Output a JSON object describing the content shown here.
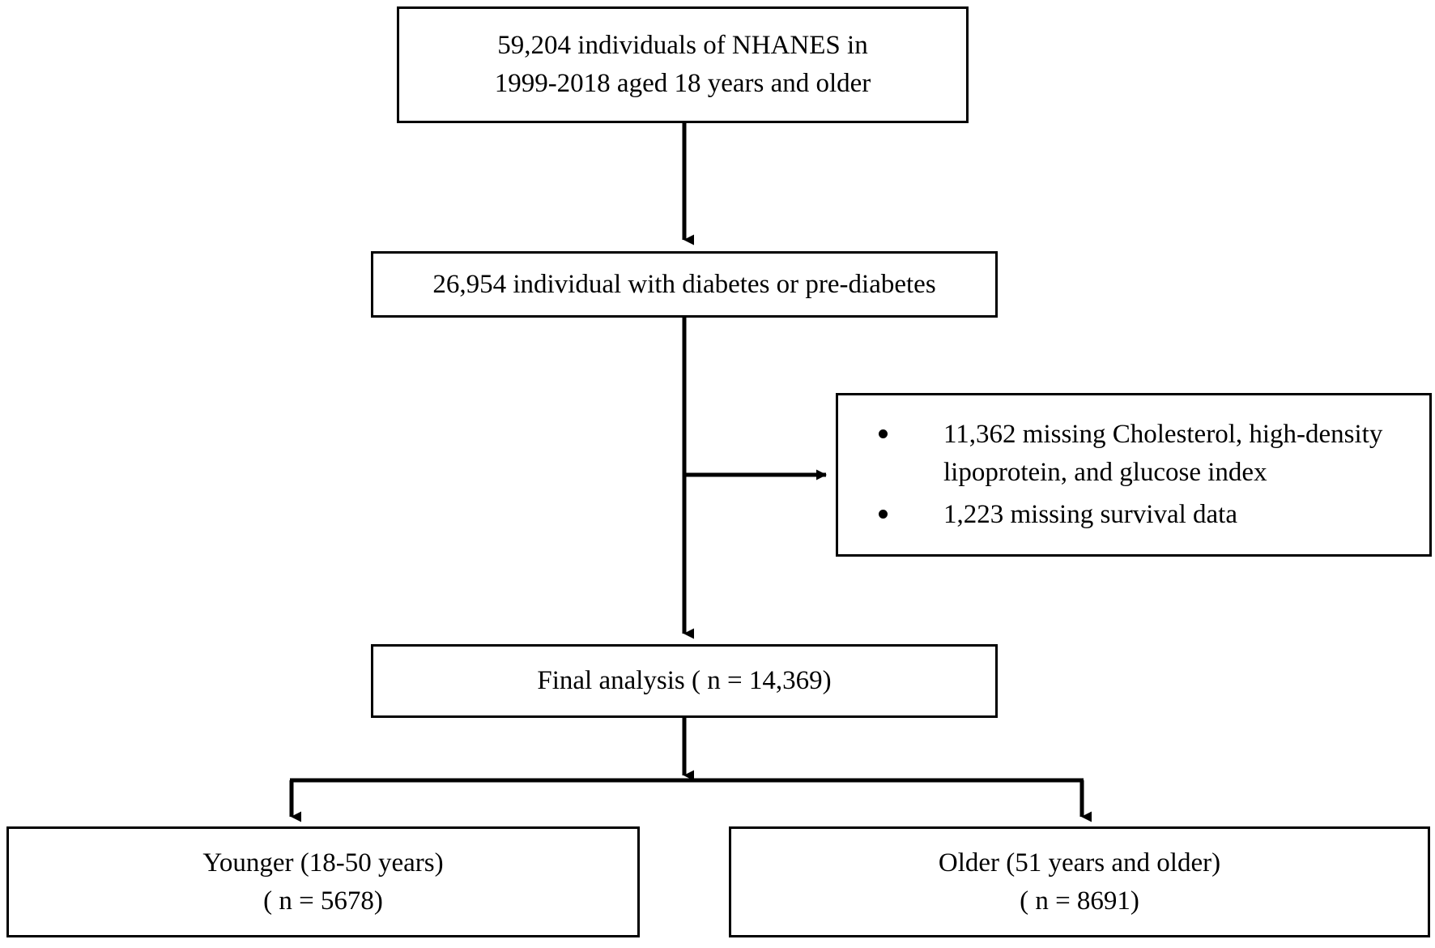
{
  "diagram": {
    "type": "flowchart",
    "title": "NHANES study participant selection flow",
    "orientation": "top-to-bottom",
    "stroke_color": "#000000",
    "fill_color": "#ffffff",
    "nodes": {
      "source": {
        "lines": [
          "59,204 individuals of NHANES in",
          "1999-2018 aged 18 years and older"
        ]
      },
      "eligible": {
        "lines": [
          "26,954 individual with diabetes or pre-diabetes"
        ]
      },
      "excluded": {
        "bullets": [
          "11,362 missing Cholesterol, high-density lipoprotein, and glucose index",
          "1,223 missing survival data"
        ]
      },
      "final": {
        "lines": [
          "Final analysis ( n = 14,369)"
        ]
      },
      "younger": {
        "lines": [
          "Younger (18-50 years)",
          "( n = 5678)"
        ]
      },
      "older": {
        "lines": [
          "Older (51 years and older)",
          "( n = 8691)"
        ]
      }
    },
    "connectors": [
      {
        "name": "source-to-eligible",
        "from": "source",
        "to": "eligible",
        "style": "arrow-down"
      },
      {
        "name": "eligible-to-final",
        "from": "eligible",
        "to": "final",
        "style": "line-down"
      },
      {
        "name": "eligible-to-excluded",
        "from": "eligible",
        "to": "excluded",
        "style": "arrow-right"
      },
      {
        "name": "final-to-split",
        "from": "final",
        "to": "split-bar",
        "style": "arrow-down"
      },
      {
        "name": "split-to-younger",
        "from": "split-bar",
        "to": "younger",
        "style": "arrow-down"
      },
      {
        "name": "split-to-older",
        "from": "split-bar",
        "to": "older",
        "style": "arrow-down"
      }
    ]
  }
}
